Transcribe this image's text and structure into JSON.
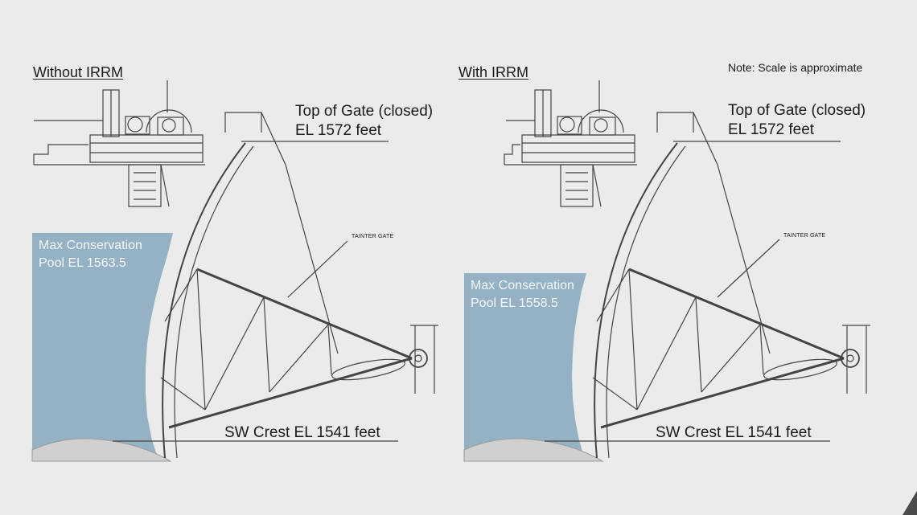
{
  "note": "Note: Scale is approximate",
  "panels": [
    {
      "title": "Without IRRM",
      "gate_top_line1": "Top of Gate (closed)",
      "gate_top_line2": "EL 1572 feet",
      "tainter_label": "TAINTER GATE",
      "pool_text": "Max Conservation Pool EL 1563.5",
      "crest_label": "SW Crest EL 1541 feet"
    },
    {
      "title": "With IRRM",
      "gate_top_line1": "Top of Gate (closed)",
      "gate_top_line2": "EL 1572 feet",
      "tainter_label": "TAINTER GATE",
      "pool_text": "Max Conservation Pool EL 1558.5",
      "crest_label": "SW Crest EL 1541 feet"
    }
  ],
  "colors": {
    "background": "#ebebeb",
    "water": "#95b2c5",
    "linework": "#444444",
    "ground": "#cfcfcf"
  }
}
